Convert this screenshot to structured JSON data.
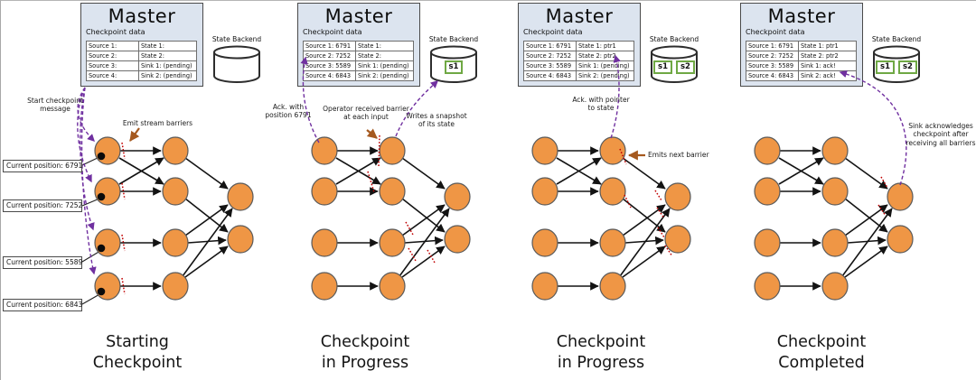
{
  "colors": {
    "node_fill": "#EF9645",
    "node_stroke": "#595959",
    "master_fill": "#DCE4EF",
    "checkpoint_arrow_purple": "#7030A0",
    "annotation_arrow_brown": "#A5591F",
    "barrier_red": "#C00000",
    "state_chip_green": "#6FA844"
  },
  "panels": [
    {
      "caption": "Starting\nCheckpoint",
      "master": {
        "title": "Master",
        "table_label": "Checkpoint data",
        "rows": [
          {
            "left": "Source 1:",
            "right": "State 1:"
          },
          {
            "left": "Source 2:",
            "right": "State 2:"
          },
          {
            "left": "Source 3:",
            "right": "Sink 1: (pending)"
          },
          {
            "left": "Source 4:",
            "right": "Sink 2: (pending)"
          }
        ]
      },
      "state_backend": {
        "label": "State Backend",
        "chips": []
      },
      "annotations": {
        "start_message": "Start checkpoint\nmessage",
        "emit_barriers": "Emit stream barriers"
      },
      "position_labels": [
        "Current position: 6791",
        "Current position: 7252",
        "Current position: 5589",
        "Current position: 6843"
      ]
    },
    {
      "caption": "Checkpoint\nin Progress",
      "master": {
        "title": "Master",
        "table_label": "Checkpoint data",
        "rows": [
          {
            "left": "Source 1: 6791",
            "right": "State 1:"
          },
          {
            "left": "Source 2: 7252",
            "right": "State 2:"
          },
          {
            "left": "Source 3: 5589",
            "right": "Sink 1: (pending)"
          },
          {
            "left": "Source 4: 6843",
            "right": "Sink 2: (pending)"
          }
        ]
      },
      "state_backend": {
        "label": "State Backend",
        "chips": [
          "s1"
        ]
      },
      "annotations": {
        "ack_position": "Ack. with\nposition 6791",
        "operator_received": "Operator received barrier\nat each input",
        "writes_snapshot": "Writes a snapshot\nof its state"
      }
    },
    {
      "caption": "Checkpoint\nin Progress",
      "master": {
        "title": "Master",
        "table_label": "Checkpoint data",
        "rows": [
          {
            "left": "Source 1: 6791",
            "right": "State 1: ptr1"
          },
          {
            "left": "Source 2: 7252",
            "right": "State 2: ptr2"
          },
          {
            "left": "Source 3: 5589",
            "right": "Sink 1: (pending)"
          },
          {
            "left": "Source 4: 6843",
            "right": "Sink 2: (pending)"
          }
        ]
      },
      "state_backend": {
        "label": "State Backend",
        "chips": [
          "s1",
          "s2"
        ]
      },
      "annotations": {
        "ack_pointer": "Ack. with pointer\nto state",
        "emits_next": "Emits next barrier"
      }
    },
    {
      "caption": "Checkpoint\nCompleted",
      "master": {
        "title": "Master",
        "table_label": "Checkpoint data",
        "rows": [
          {
            "left": "Source 1: 6791",
            "right": "State 1: ptr1"
          },
          {
            "left": "Source 2: 7252",
            "right": "State 2: ptr2"
          },
          {
            "left": "Source 3: 5589",
            "right": "Sink 1: ack!"
          },
          {
            "left": "Source 4: 6843",
            "right": "Sink 2: ack!"
          }
        ]
      },
      "state_backend": {
        "label": "State Backend",
        "chips": [
          "s1",
          "s2"
        ]
      },
      "annotations": {
        "sink_ack": "Sink acknowledges\ncheckpoint after\nreceiving all barriers"
      }
    }
  ]
}
